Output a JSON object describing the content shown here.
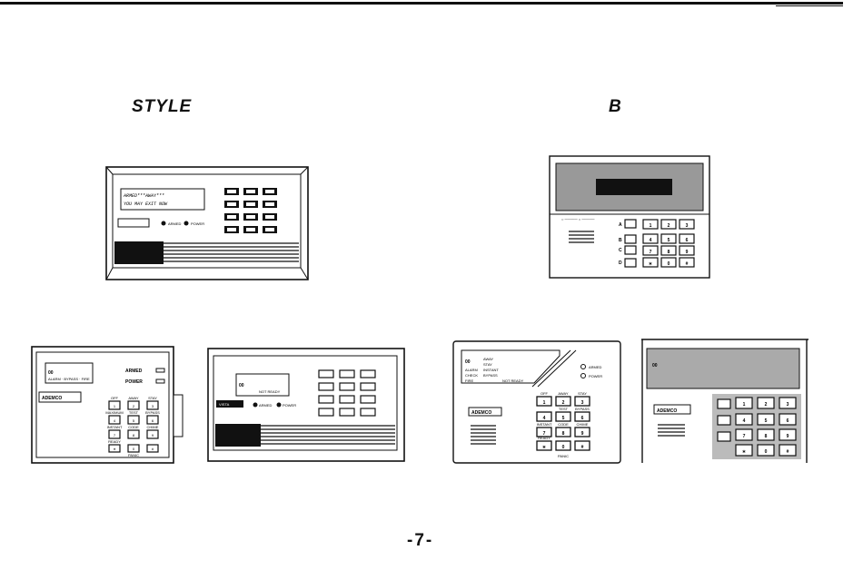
{
  "page": {
    "style_a": "STYLE",
    "style_b": "B",
    "page_number": "-7-"
  },
  "keypad_a": {
    "display_line1": "ARMED***AWAY***",
    "display_line2": "YOU MAY EXIT NOW",
    "armed": "ARMED",
    "power": "POWER"
  },
  "keypad_c": {
    "digits": "00",
    "armed": "ARMED",
    "power": "POWER",
    "brand": "ADEMCO",
    "off": "OFF",
    "away": "AWAY",
    "stay": "STAY",
    "maximum": "MAXIMUM",
    "test": "TEST",
    "bypass": "BYPASS",
    "instant": "INSTANT",
    "code": "CODE",
    "chime": "CHIME",
    "ready": "READY",
    "panic": "PANIC"
  },
  "keypad_d": {
    "digits": "00",
    "brand": "VISTA",
    "armed": "ARMED",
    "power": "POWER",
    "not_ready": "NOT READY"
  },
  "keypad_e": {
    "digits": "00",
    "away": "AWAY",
    "stay": "STAY",
    "alarm": "ALARM",
    "instant": "INSTANT",
    "check": "CHECK",
    "bypass": "BYPASS",
    "fire": "FIRE",
    "not_ready": "NOT READY",
    "armed": "ARMED",
    "power": "POWER",
    "brand": "ADEMCO",
    "off": "OFF",
    "test": "TEST",
    "code": "CODE",
    "chime": "CHIME",
    "ready": "READY",
    "panic": "PANIC"
  },
  "keypad_f": {
    "digits": "00",
    "brand": "ADEMCO"
  }
}
